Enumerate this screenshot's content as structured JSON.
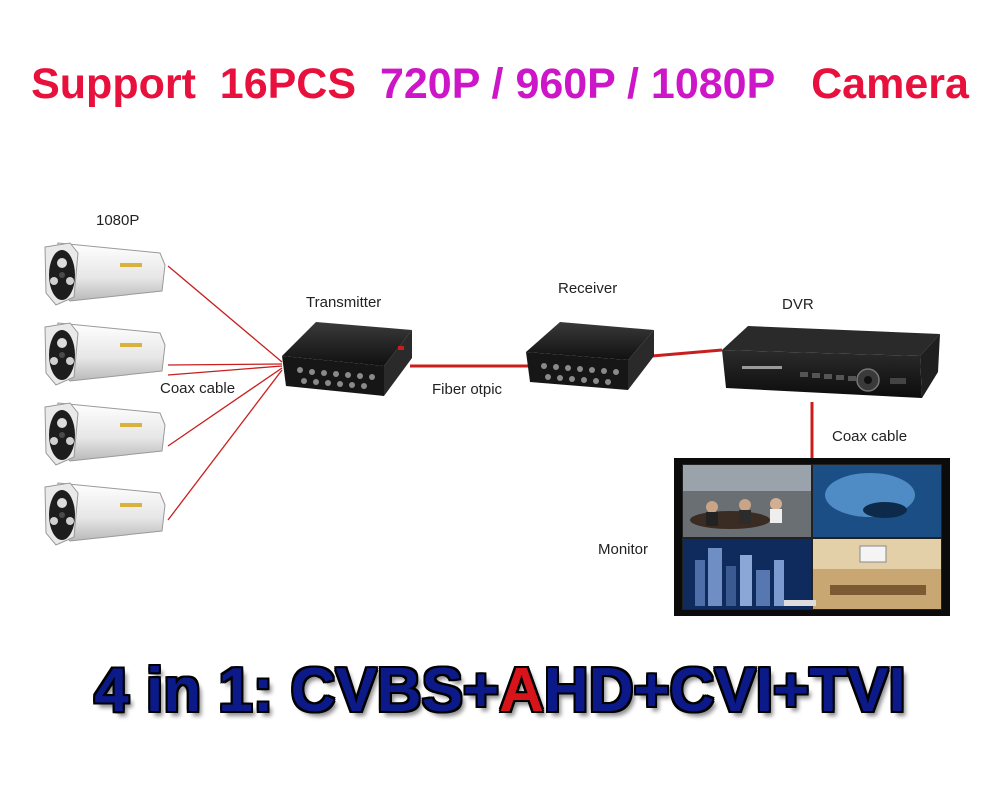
{
  "headline": {
    "part1": "Support  16PCS  ",
    "part2": "720P / 960P / 1080P",
    "part3": "   Camera",
    "color_red": "#e8103c",
    "color_magenta": "#cc16c8"
  },
  "labels": {
    "camera_resolution": "1080P",
    "coax_cable_left": "Coax cable",
    "transmitter": "Transmitter",
    "fiber_optic": "Fiber otpic",
    "receiver": "Receiver",
    "dvr": "DVR",
    "coax_cable_right": "Coax cable",
    "monitor": "Monitor"
  },
  "bottom_banner": {
    "p1": "4 in 1: CVBS+",
    "p2": "A",
    "p3": "HD+CVI+TVI"
  },
  "colors": {
    "cable": "#c81e1e",
    "device": "#1b1b1b"
  }
}
